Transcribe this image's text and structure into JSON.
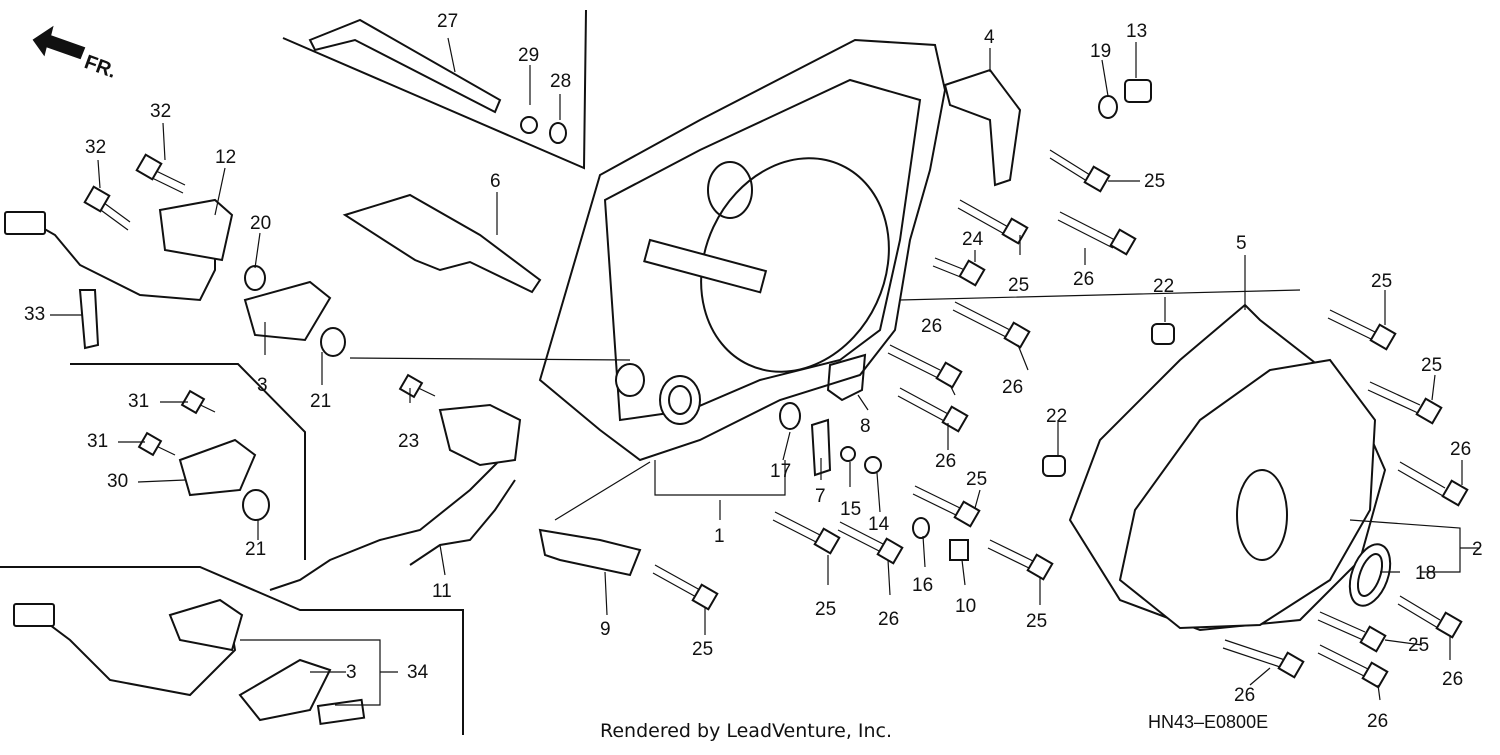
{
  "diagram": {
    "direction_label": "FR.",
    "footer": "Rendered by LeadVenture, Inc.",
    "code": "HN43–E0800E",
    "callouts": [
      "27",
      "29",
      "28",
      "32",
      "32",
      "12",
      "20",
      "33",
      "3",
      "21",
      "6",
      "4",
      "19",
      "13",
      "25",
      "24",
      "25",
      "26",
      "5",
      "22",
      "25",
      "26",
      "25",
      "26",
      "26",
      "31",
      "31",
      "30",
      "21",
      "23",
      "8",
      "22",
      "26",
      "25",
      "26",
      "17",
      "7",
      "15",
      "14",
      "1",
      "11",
      "9",
      "25",
      "25",
      "16",
      "10",
      "25",
      "2",
      "18",
      "3",
      "34",
      "25",
      "26",
      "26",
      "26"
    ]
  }
}
